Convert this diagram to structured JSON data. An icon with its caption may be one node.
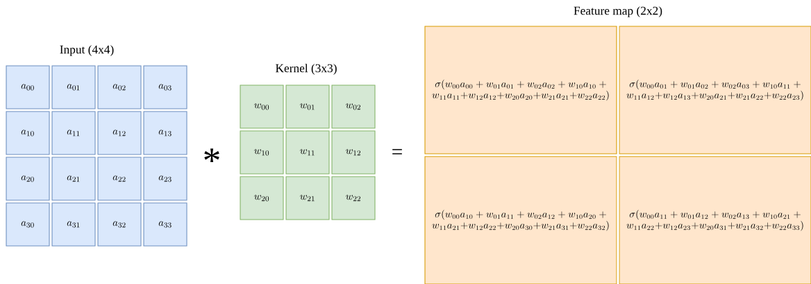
{
  "diagram": {
    "nodes": [
      {
        "text": [
          "a_{00}"
        ]
      },
      {
        "text": [
          "a_{01}"
        ]
      },
      {
        "text": [
          "a_{02}"
        ]
      },
      {
        "text": [
          "a_{03}"
        ]
      },
      {
        "text": [
          "a_{10}"
        ]
      },
      {
        "text": [
          "a_{11}"
        ]
      },
      {
        "text": [
          "a_{12}"
        ]
      },
      {
        "text": [
          "a_{13}"
        ]
      },
      {
        "text": [
          "a_{20}"
        ]
      },
      {
        "text": [
          "a_{21}"
        ]
      },
      {
        "text": [
          "a_{22}"
        ]
      },
      {
        "text": [
          "a_{23}"
        ]
      },
      {
        "text": [
          "a_{30}"
        ]
      },
      {
        "text": [
          "a_{31}"
        ]
      },
      {
        "text": [
          "a_{32}"
        ]
      },
      {
        "text": [
          "a_{33}"
        ]
      },
      {
        "text": [
          "w_{00}"
        ]
      },
      {
        "text": [
          "w_{01}"
        ]
      },
      {
        "text": [
          "w_{02}"
        ]
      },
      {
        "text": [
          "w_{10}"
        ]
      },
      {
        "text": [
          "w_{11}"
        ]
      },
      {
        "text": [
          "w_{12}"
        ]
      },
      {
        "text": [
          "w_{20}"
        ]
      },
      {
        "text": [
          "w_{21}"
        ]
      },
      {
        "text": [
          "w_{22}"
        ]
      },
      {
        "text": [
          "\\sigma(w_{00}a_{00} + w_{01}a_{01} + w_{02}a_{02} + w_{10}a_{10} + w_{11}a_{11} + w_{12}a_{12} + w_{20}a_{20} + w_{21}a_{21} + w_{22}a_{22})"
        ]
      },
      {
        "text": [
          "\\sigma(w_{00}a_{01} + w_{01}a_{02} + w_{02}a_{03} + w_{10}a_{11} + w_{11}a_{12} + w_{12}a_{13} + w_{20}a_{21} + w_{21}a_{22} + w_{22}a_{23})"
        ]
      },
      {
        "text": [
          "\\sigma(w_{00}a_{10} + w_{01}a_{11} + w_{02}a_{12} + w_{10}a_{20} + w_{11}a_{21} + w_{12}a_{22} + w_{20}a_{30} + w_{21}a_{31} + w_{22}a_{32})"
        ]
      },
      {
        "text": [
          "\\sigma(w_{00}a_{11} + w_{01}a_{12} + w_{02}a_{13} + w_{10}a_{21} + w_{11}a_{22} + w_{12}a_{23} + w_{20}a_{31} + w_{21}a_{32} + w_{22}a_{33})"
        ]
      }
    ],
    "labels": [
      "Feature map (2x2)",
      "Input (4x4)",
      "Kernel (3x3)",
      "*",
      "="
    ]
  }
}
